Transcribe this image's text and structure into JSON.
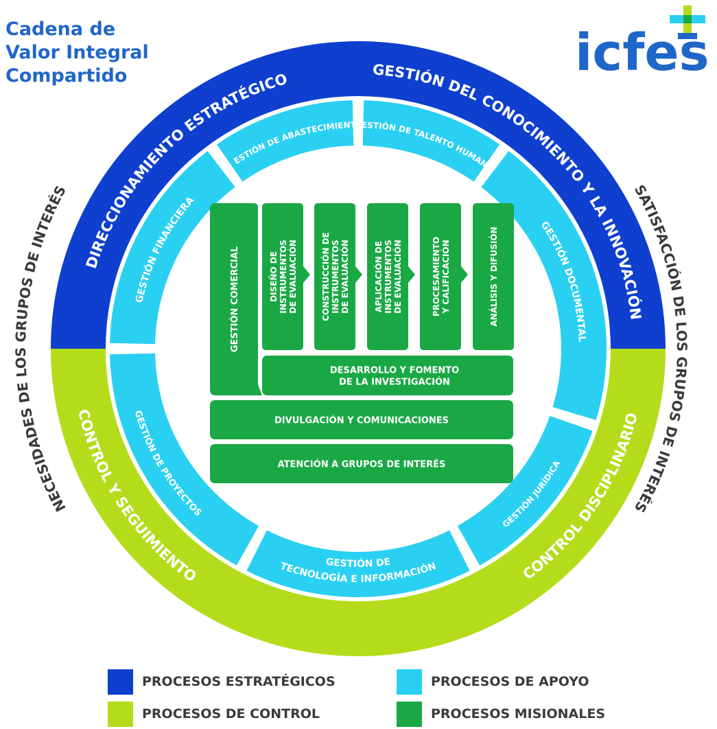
{
  "title": [
    "Cadena de",
    "Valor Integral",
    "Compartido"
  ],
  "logo_text": "icfes",
  "colors": {
    "estrategicos": "#0f3fcf",
    "apoyo": "#2ad0f1",
    "control": "#b5dc1a",
    "misionales": "#1aa845",
    "title": "#1f66c9",
    "label_gray": "#3a3a3a"
  },
  "outer_labels": {
    "left": "NECESIDADES DE LOS GRUPOS DE INTERÉS",
    "right": "SATISFACCIÓN DE LOS GRUPOS DE INTERÉS"
  },
  "ring_strategic": [
    "DIRECCIONAMIENTO ESTRATÉGICO",
    "GESTIÓN DEL CONOCIMIENTO Y LA INNOVACIÓN"
  ],
  "ring_control": [
    "CONTROL Y SEGUIMIENTO",
    "CONTROL DISCIPLINARIO"
  ],
  "support": [
    [
      "GESTIÓN FINANCIERA"
    ],
    [
      "GESTIÓN DE ABASTECIMIENTO"
    ],
    [
      "GESTIÓN DE TALENTO HUMANO"
    ],
    [
      "GESTIÓN DOCUMENTAL"
    ],
    [
      "GESTIÓN JURÍDICA"
    ],
    [
      "GESTIÓN DE",
      "TECNOLOGÍA E INFORMACIÓN"
    ],
    [
      "GESTIÓN DE PROYECTOS"
    ]
  ],
  "missional": {
    "comercial": "GESTIÓN COMERCIAL",
    "columns": [
      [
        "DISEÑO DE",
        "INSTRUMENTOS",
        "DE EVALUACIÓN"
      ],
      [
        "CONSTRUCCIÓN DE",
        "INSTRUMENTOS",
        "DE EVALUACIÓN"
      ],
      [
        "APLICACIÓN DE",
        "INSTRUMENTOS",
        "DE EVALUACIÓN"
      ],
      [
        "PROCESAMIENTO",
        "Y CALIFICACIÓN"
      ],
      [
        "ANÁLISIS Y DIFUSIÓN"
      ]
    ],
    "bars": [
      [
        "DESARROLLO Y FOMENTO",
        "DE LA INVESTIGACIÓN"
      ],
      [
        "DIVULGACIÓN Y COMUNICACIONES"
      ],
      [
        "ATENCIÓN A GRUPOS DE INTERÉS"
      ]
    ]
  },
  "legend": [
    {
      "label": "PROCESOS ESTRATÉGICOS",
      "color": "#0f3fcf"
    },
    {
      "label": "PROCESOS DE APOYO",
      "color": "#2ad0f1"
    },
    {
      "label": "PROCESOS DE CONTROL",
      "color": "#b5dc1a"
    },
    {
      "label": "PROCESOS MISIONALES",
      "color": "#1aa845"
    }
  ]
}
